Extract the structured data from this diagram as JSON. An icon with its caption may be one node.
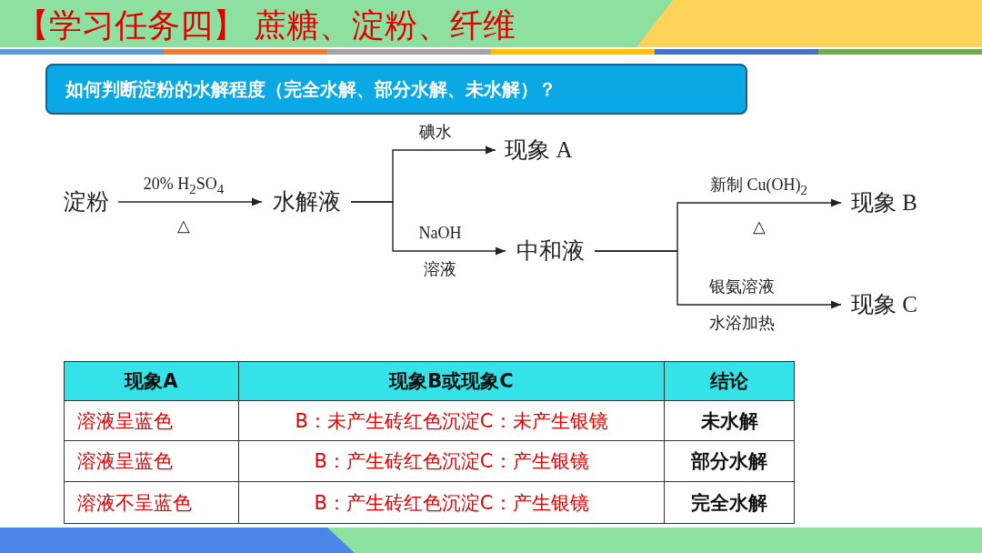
{
  "diagram": {
    "title": "【学习任务四】 蔗糖、淀粉、纤维",
    "nodes": [
      {
        "text": [
          "如何判断淀粉的水解程度（完全水解、部分水解、未水解）？"
        ]
      },
      {
        "text": [
          "淀粉"
        ]
      },
      {
        "text": [
          "水解液"
        ]
      },
      {
        "text": [
          "现象 A"
        ]
      },
      {
        "text": [
          "中和液"
        ]
      },
      {
        "text": [
          "现象 B"
        ]
      },
      {
        "text": [
          "现象 C"
        ]
      }
    ],
    "edges": [
      {
        "from": 1,
        "to": 2,
        "arrow": "to",
        "label": "20% H$_{2}$SO$_{4}$ △"
      },
      {
        "from": 2,
        "to": 3,
        "arrow": "to",
        "label": "碘水"
      },
      {
        "from": 2,
        "to": 4,
        "arrow": "to",
        "label": "NaOH 溶液"
      },
      {
        "from": 4,
        "to": 5,
        "arrow": "to",
        "label": "新制 Cu(OH)$_{2}$ △"
      },
      {
        "from": 4,
        "to": 6,
        "arrow": "to",
        "label": "银氨溶液水浴加热"
      }
    ],
    "labels": [
      "现象A",
      "现象B或现象C",
      "结论",
      "溶液呈蓝色",
      "B：未产生砖红色沉淀C：未产生银镜",
      "未水解",
      "溶液呈蓝色",
      "B：产生砖红色沉淀C：产生银镜",
      "部分水解",
      "溶液不呈蓝色",
      "B：产生砖红色沉淀C：产生银镜",
      "完全水解"
    ]
  }
}
